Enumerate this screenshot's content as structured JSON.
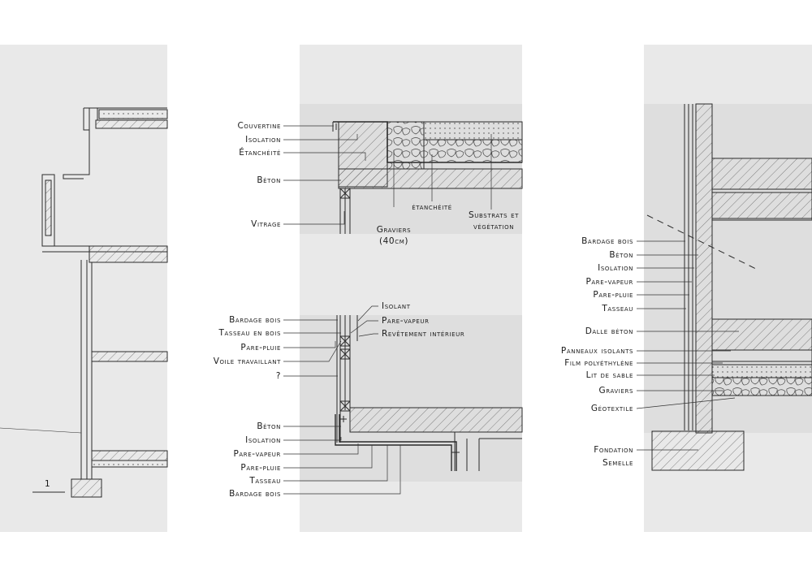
{
  "scale_label": "1",
  "panel1": {},
  "roof": {
    "left_labels": [
      "Couvertine",
      "Isolation",
      "Étanchéité",
      "Béton",
      "Vitrage"
    ],
    "bottom_labels": [
      "Graviers",
      "(40cm)",
      "étanchéité",
      "Substrats et",
      "végétation"
    ]
  },
  "wall": {
    "left_labels": [
      "Bardage bois",
      "Tasseau en bois",
      "Pare-pluie",
      "Voile travaillant",
      "?"
    ],
    "right_labels": [
      "Isolant",
      "Pare-vapeur",
      "Revêtement intérieur"
    ],
    "base_labels": [
      "Béton",
      "Isolation",
      "Pare-vapeur",
      "Pare-pluie",
      "Tasseau",
      "Bardage bois"
    ]
  },
  "foundation": {
    "labels": [
      "Bardage bois",
      "Béton",
      "Isolation",
      "Pare-vapeur",
      "Pare-pluie",
      "Tasseau",
      "Dalle béton",
      "Panneaux isolants",
      "Film polyéthylène",
      "Lit de sable",
      "Graviers",
      "Géotextile",
      "Fondation",
      "Semelle"
    ]
  },
  "colors": {
    "panel": "#e9e9e9",
    "ink": "#2a2a2a",
    "concrete": "#d8d8d8",
    "texture": "#dcdcdc"
  }
}
